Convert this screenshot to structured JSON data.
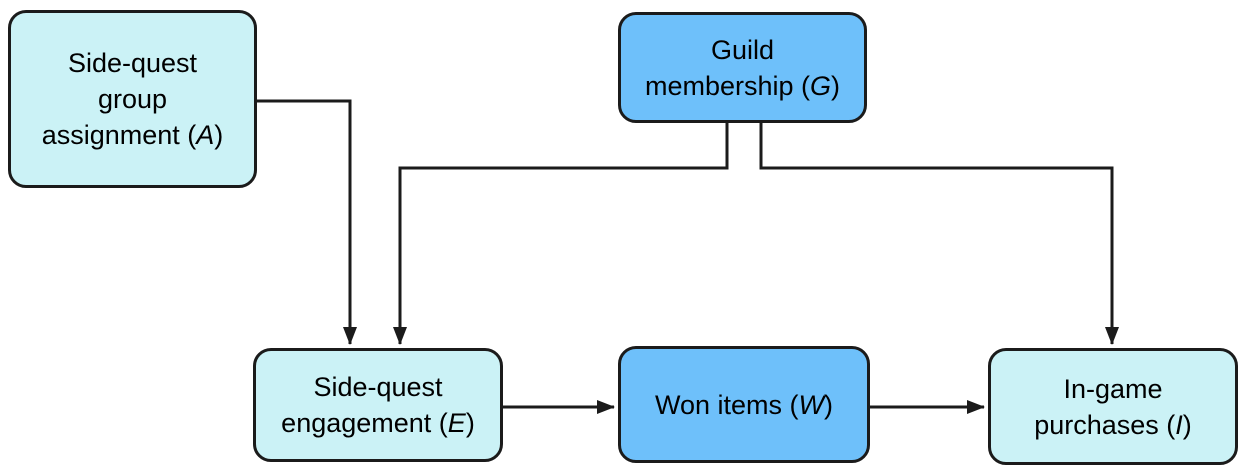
{
  "diagram": {
    "type": "causal-dag",
    "background": "#ffffff",
    "colors": {
      "light": "#cbf2f6",
      "accent": "#6ec0fa",
      "border": "#1b1b1b",
      "arrow": "#1b1b1b"
    },
    "nodes": [
      {
        "id": "A",
        "fill": "light",
        "lines": [
          "Side-quest",
          "group"
        ],
        "last_line": "assignment (",
        "symbol": "A",
        "suffix": ")"
      },
      {
        "id": "G",
        "fill": "accent",
        "lines": [
          "Guild"
        ],
        "last_line": "membership (",
        "symbol": "G",
        "suffix": ")"
      },
      {
        "id": "E",
        "fill": "light",
        "lines": [
          "Side-quest"
        ],
        "last_line": "engagement (",
        "symbol": "E",
        "suffix": ")"
      },
      {
        "id": "W",
        "fill": "accent",
        "lines": [],
        "last_line": "Won items (",
        "symbol": "W",
        "suffix": ")"
      },
      {
        "id": "I",
        "fill": "light",
        "lines": [
          "In-game"
        ],
        "last_line": "purchases (",
        "symbol": "I",
        "suffix": ")"
      }
    ],
    "edges": [
      {
        "from": "A",
        "to": "E"
      },
      {
        "from": "G",
        "to": "E"
      },
      {
        "from": "G",
        "to": "I"
      },
      {
        "from": "E",
        "to": "W"
      },
      {
        "from": "W",
        "to": "I"
      }
    ]
  }
}
